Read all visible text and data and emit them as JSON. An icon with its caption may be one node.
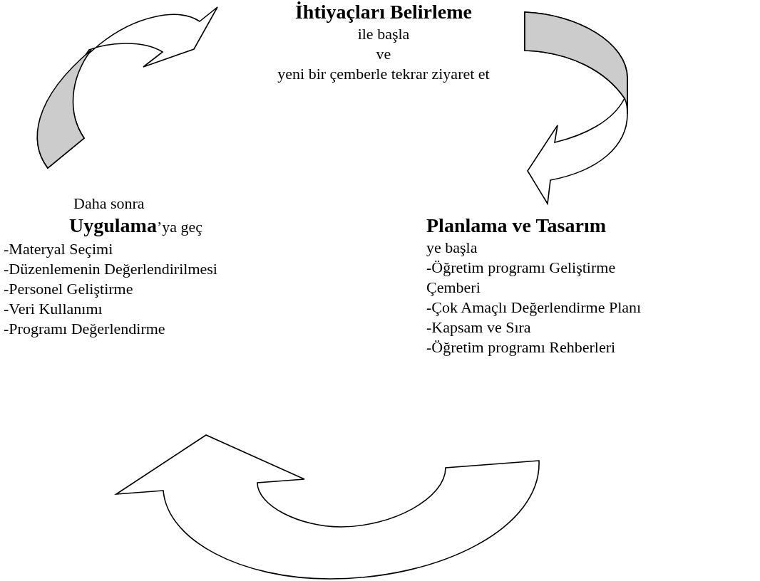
{
  "diagram": {
    "nodes": [
      {
        "text": [
          "İhtiyaçları Belirleme",
          "ile başla",
          "ve",
          "yeni bir çemberle tekrar ziyaret et"
        ]
      },
      {
        "text": [
          "Planlama ve Tasarım",
          "ye başla",
          "-Öğretim programı Geliştirme Çemberi",
          "-Çok Amaçlı Değerlendirme Planı",
          "-Kapsam ve Sıra",
          "-Öğretim programı Rehberleri"
        ]
      },
      {
        "text": [
          "Daha sonra",
          "**Uygulama**’ya geç",
          "-Materyal Seçimi",
          "-Düzenlemenin Değerlendirilmesi",
          "-Personel Geliştirme",
          "-Veri Kullanımı",
          "-Programı Değerlendirme"
        ]
      }
    ],
    "edges": [
      {
        "from": 0,
        "to": 1,
        "arrow": "to"
      },
      {
        "from": 1,
        "to": 2,
        "arrow": "to"
      },
      {
        "from": 2,
        "to": 0,
        "arrow": "to"
      }
    ]
  }
}
